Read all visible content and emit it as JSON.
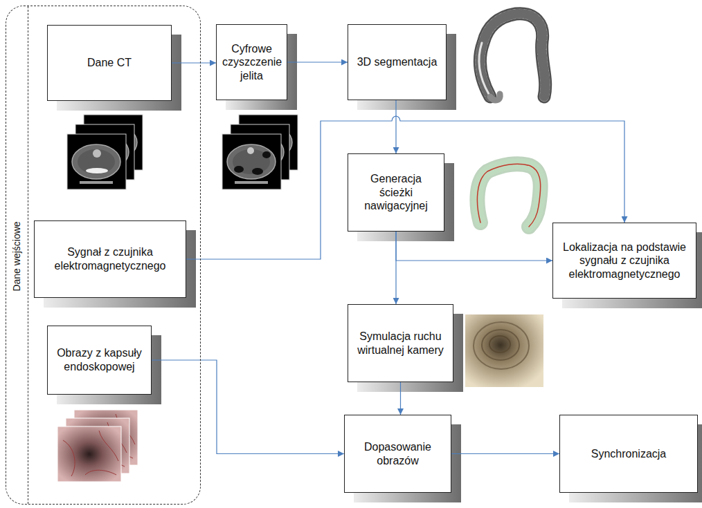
{
  "diagram": {
    "nodes": [
      {
        "text": [
          "Dane wejściowe"
        ]
      },
      {
        "text": [
          "Dane CT"
        ],
        "in": 0
      },
      {
        "text": [
          "Cyfrowe czyszczenie jelita"
        ]
      },
      {
        "text": [
          "3D segmentacja"
        ]
      },
      {
        "text": [
          "Generacja ścieżki nawigacyjnej"
        ]
      },
      {
        "text": [
          "Sygnał z czujnika elektromagnetycznego"
        ],
        "in": 0
      },
      {
        "text": [
          "Lokalizacja na podstawie sygnału z czujnika elektromagnetycznego"
        ]
      },
      {
        "text": [
          "Obrazy z kapsuły endoskopowej"
        ],
        "in": 0
      },
      {
        "text": [
          "Symulacja ruchu wirtualnej kamery"
        ]
      },
      {
        "text": [
          "Dopasowanie obrazów"
        ]
      },
      {
        "text": [
          "Synchronizacja"
        ]
      }
    ],
    "edges": [
      {
        "from": 1,
        "to": 2,
        "arrow": "to"
      },
      {
        "from": 2,
        "to": 3,
        "arrow": "to"
      },
      {
        "from": 3,
        "to": 4,
        "arrow": "to"
      },
      {
        "from": 5,
        "to": 6,
        "arrow": "to"
      },
      {
        "from": 4,
        "to": 8,
        "arrow": "to"
      },
      {
        "from": 4,
        "to": 6,
        "arrow": "to"
      },
      {
        "from": 7,
        "to": 9,
        "arrow": "to"
      },
      {
        "from": 8,
        "to": 9,
        "arrow": "to"
      },
      {
        "from": 9,
        "to": 10,
        "arrow": "to"
      }
    ]
  }
}
